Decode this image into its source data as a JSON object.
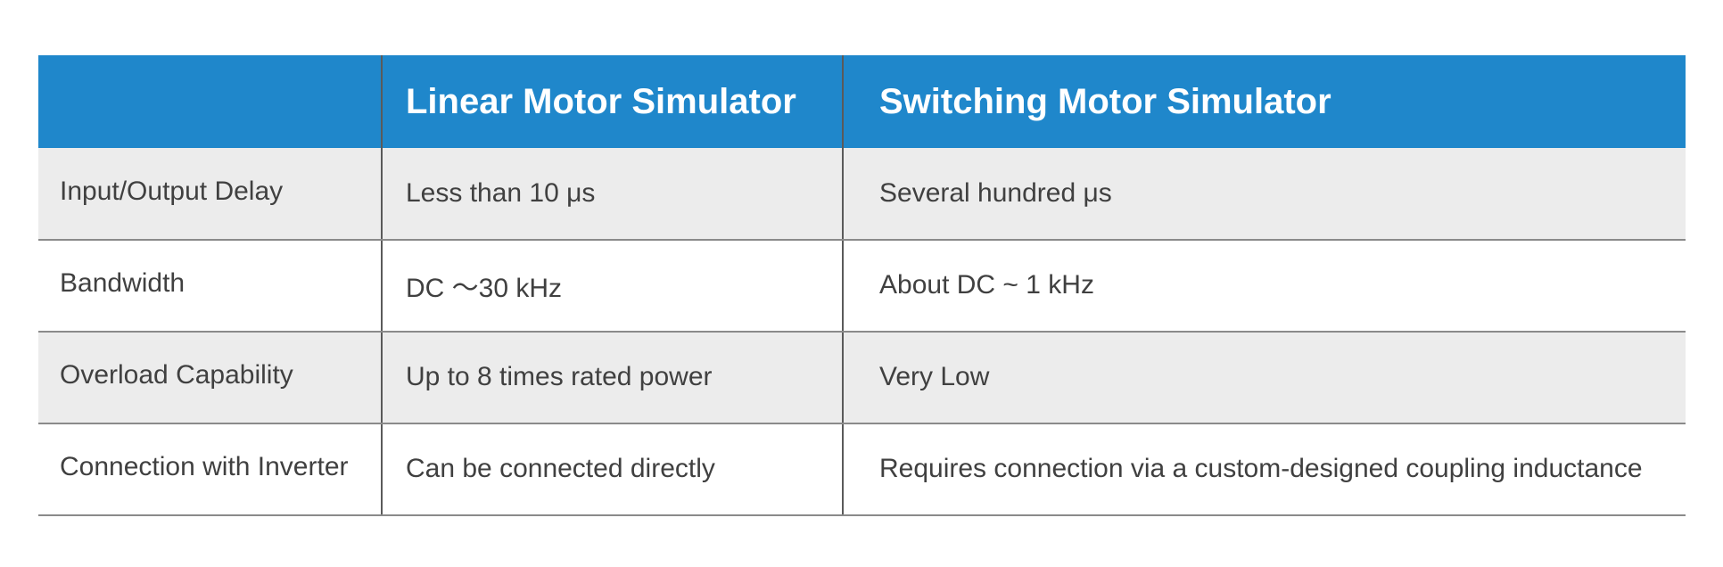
{
  "table": {
    "headers": [
      "",
      "Linear Motor Simulator",
      "Switching Motor Simulator"
    ],
    "rows": [
      [
        "Input/Output Delay",
        "Less than 10 μs",
        "Several hundred μs"
      ],
      [
        "Bandwidth",
        "DC ～30 kHz",
        "About DC ~ 1 kHz"
      ],
      [
        "Overload Capability",
        "Up to 8 times rated power",
        "Very Low"
      ],
      [
        "Connection with Inverter",
        "Can be connected directly",
        "Requires connection via a custom-designed coupling inductance"
      ]
    ],
    "colors": {
      "header_background": "#1f87cb",
      "header_text": "#ffffff",
      "shaded_row": "#ececec",
      "body_text": "#404040"
    }
  }
}
